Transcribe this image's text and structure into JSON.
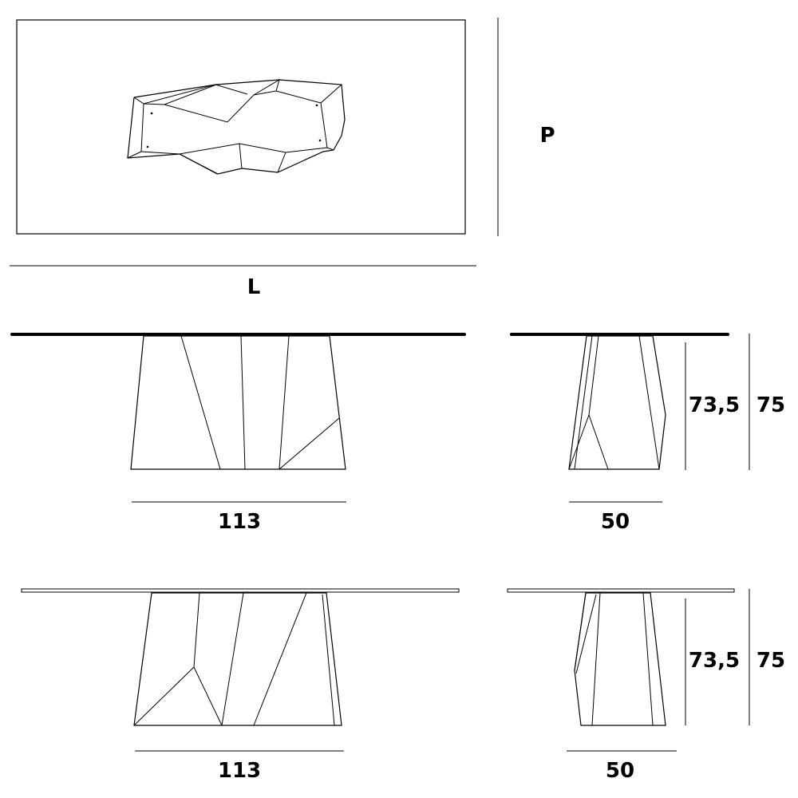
{
  "labels": {
    "depth": "P",
    "length": "L"
  },
  "front_view_1": {
    "base_width": "113"
  },
  "side_view_1": {
    "base_width": "50",
    "base_height": "73,5",
    "total_height": "75"
  },
  "front_view_2": {
    "base_width": "113"
  },
  "side_view_2": {
    "base_width": "50",
    "base_height": "73,5",
    "total_height": "75"
  }
}
